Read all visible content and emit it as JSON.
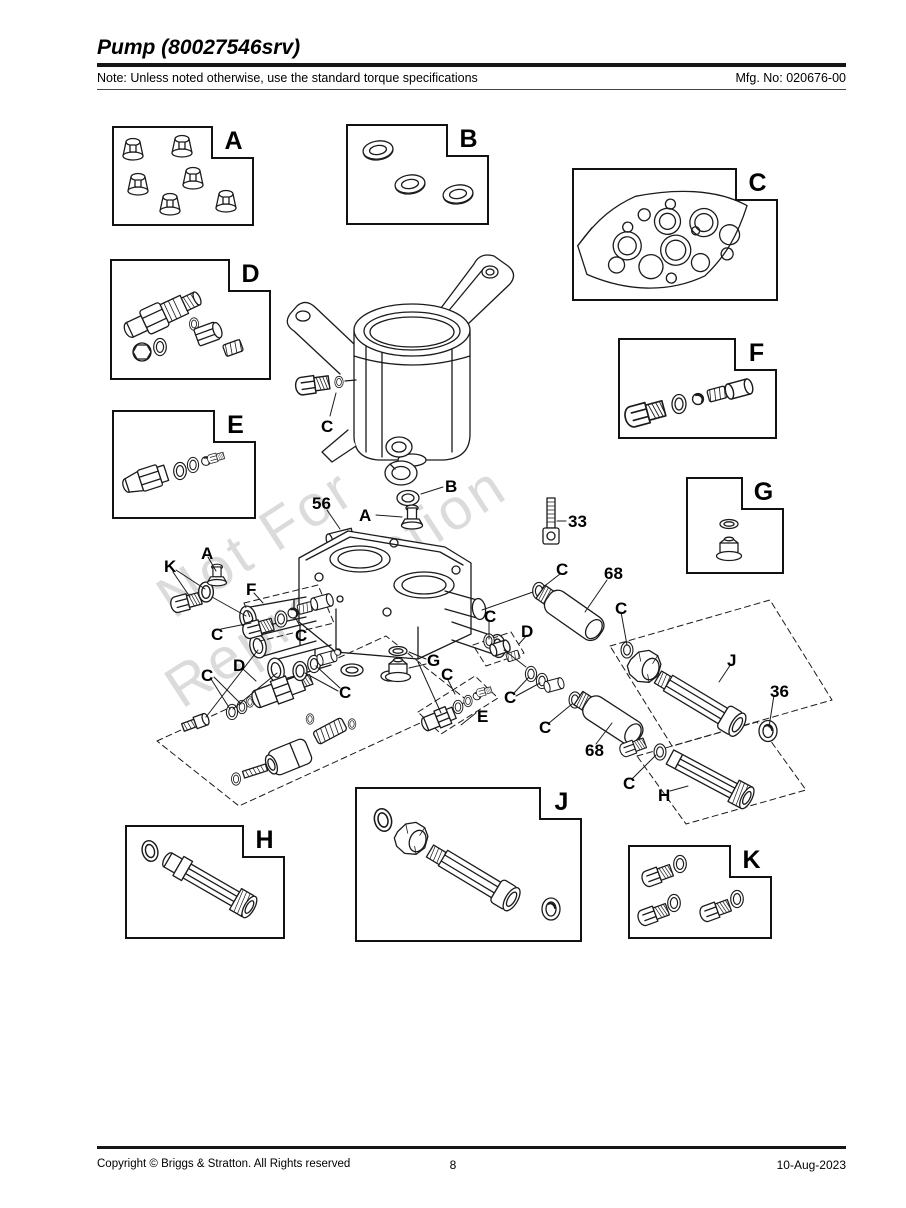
{
  "header": {
    "title": "Pump (80027546srv)",
    "note": "Note: Unless noted otherwise, use the standard torque specifications",
    "mfg_no": "Mfg. No: 020676-00"
  },
  "watermark": {
    "line1": "Not For",
    "line2": "Reproduction"
  },
  "inset_boxes": [
    {
      "label": "A"
    },
    {
      "label": "B"
    },
    {
      "label": "C"
    },
    {
      "label": "D"
    },
    {
      "label": "E"
    },
    {
      "label": "F"
    },
    {
      "label": "G"
    },
    {
      "label": "H"
    },
    {
      "label": "J"
    },
    {
      "label": "K"
    }
  ],
  "callouts": [
    {
      "text": "C"
    },
    {
      "text": "B"
    },
    {
      "text": "56"
    },
    {
      "text": "A"
    },
    {
      "text": "33"
    },
    {
      "text": "C"
    },
    {
      "text": "68"
    },
    {
      "text": "A"
    },
    {
      "text": "K"
    },
    {
      "text": "F"
    },
    {
      "text": "C"
    },
    {
      "text": "C"
    },
    {
      "text": "C"
    },
    {
      "text": "C"
    },
    {
      "text": "D"
    },
    {
      "text": "D"
    },
    {
      "text": "C"
    },
    {
      "text": "G"
    },
    {
      "text": "C"
    },
    {
      "text": "J"
    },
    {
      "text": "36"
    },
    {
      "text": "C"
    },
    {
      "text": "C"
    },
    {
      "text": "E"
    },
    {
      "text": "C"
    },
    {
      "text": "68"
    },
    {
      "text": "C"
    },
    {
      "text": "H"
    }
  ],
  "footer": {
    "copyright": "Copyright ©  Briggs & Stratton. All Rights reserved",
    "page_number": "8",
    "date": "10-Aug-2023"
  }
}
